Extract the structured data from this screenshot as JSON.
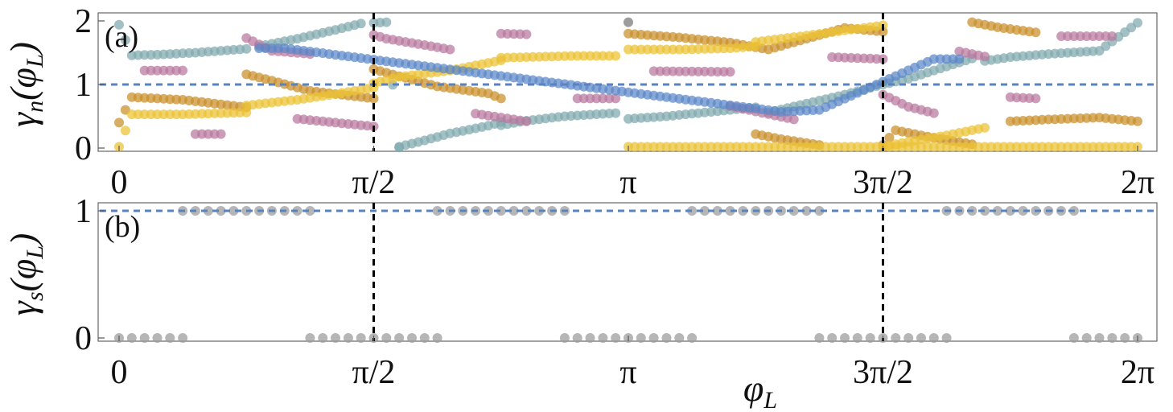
{
  "chart_data": [
    {
      "panel": "(a)",
      "type": "scatter",
      "ylabel": "γ_n(φ_L)",
      "xlabel": "",
      "x_ticks": [
        "0",
        "π/2",
        "π",
        "3π/2",
        "2π"
      ],
      "y_ticks": [
        "0",
        "1",
        "2"
      ],
      "xlim": [
        0,
        6.2832
      ],
      "ylim": [
        -0.03,
        2.05
      ],
      "reference_line_y": 1,
      "vertical_lines_x": [
        1.5708,
        4.7124
      ],
      "grid": false,
      "legend": "none",
      "colors": {
        "teal": "#7fa9ad",
        "pink": "#b8779e",
        "brown": "#c98f2a",
        "yellow": "#ecc233",
        "blue": "#5a86c8",
        "dark": "#777777"
      },
      "series": [
        {
          "color": "teal",
          "x": [
            0.0,
            0.0785,
            0.2356,
            0.4712,
            0.6283,
            0.7854
          ],
          "y": [
            1.94,
            1.46,
            1.47,
            1.5,
            1.53,
            1.56
          ]
        },
        {
          "color": "teal",
          "x": [
            0.8639,
            1.0996,
            1.3352,
            1.4923
          ],
          "y": [
            1.6,
            1.72,
            1.86,
            1.96
          ]
        },
        {
          "color": "teal",
          "x": [
            1.5708,
            1.6493,
            1.7279
          ],
          "y": [
            1.97,
            1.98,
            0.01
          ]
        },
        {
          "color": "teal",
          "x": [
            1.7279,
            1.885,
            2.042,
            2.2777,
            2.3562
          ],
          "y": [
            0.02,
            0.12,
            0.23,
            0.35,
            0.41
          ]
        },
        {
          "color": "teal",
          "x": [
            2.3562,
            2.5133,
            2.7489,
            3.063
          ],
          "y": [
            0.36,
            0.43,
            0.5,
            0.55
          ]
        },
        {
          "color": "teal",
          "x": [
            3.1416,
            3.3772,
            3.6128,
            3.927
          ],
          "y": [
            0.46,
            0.5,
            0.56,
            0.64
          ]
        },
        {
          "color": "teal",
          "x": [
            4.0055,
            4.2412,
            4.4768,
            4.6339,
            4.7124,
            4.8695,
            5.0265,
            5.2622
          ],
          "y": [
            0.56,
            0.7,
            0.84,
            0.95,
            1.0,
            1.09,
            1.22,
            1.41
          ]
        },
        {
          "color": "teal",
          "x": [
            5.3407,
            5.4978,
            5.7334,
            6.0476,
            6.2832
          ],
          "y": [
            1.37,
            1.43,
            1.48,
            1.53,
            1.97
          ]
        },
        {
          "color": "pink",
          "x": [
            0.1571,
            0.3927
          ],
          "y": [
            1.22,
            1.22
          ]
        },
        {
          "color": "pink",
          "x": [
            0.7854,
            0.9425,
            1.1781
          ],
          "y": [
            1.73,
            1.53,
            1.48
          ]
        },
        {
          "color": "pink",
          "x": [
            1.5708,
            1.6493,
            1.885,
            2.042
          ],
          "y": [
            1.78,
            1.72,
            1.62,
            1.55
          ]
        },
        {
          "color": "pink",
          "x": [
            2.1991,
            2.5133
          ],
          "y": [
            0.54,
            0.42
          ]
        },
        {
          "color": "pink",
          "x": [
            2.3562,
            2.5133
          ],
          "y": [
            1.8,
            1.79
          ]
        },
        {
          "color": "pink",
          "x": [
            2.8274,
            3.063
          ],
          "y": [
            0.78,
            0.78
          ]
        },
        {
          "color": "pink",
          "x": [
            3.2987,
            3.7699
          ],
          "y": [
            1.21,
            1.2
          ]
        },
        {
          "color": "pink",
          "x": [
            3.7699,
            4.1626
          ],
          "y": [
            0.66,
            0.45
          ]
        },
        {
          "color": "pink",
          "x": [
            4.7124,
            4.8695,
            5.0265
          ],
          "y": [
            0.84,
            0.65,
            0.55
          ]
        },
        {
          "color": "pink",
          "x": [
            4.3982,
            4.7124
          ],
          "y": [
            1.43,
            1.4
          ]
        },
        {
          "color": "pink",
          "x": [
            5.1836,
            5.3407
          ],
          "y": [
            1.52,
            1.44
          ]
        },
        {
          "color": "pink",
          "x": [
            5.4978,
            5.6549
          ],
          "y": [
            0.8,
            0.78
          ]
        },
        {
          "color": "pink",
          "x": [
            5.812,
            6.1261
          ],
          "y": [
            1.76,
            1.76
          ]
        },
        {
          "color": "pink",
          "x": [
            0.4712,
            0.6283
          ],
          "y": [
            0.22,
            0.22
          ]
        },
        {
          "color": "pink",
          "x": [
            1.0996,
            1.3352,
            1.5708
          ],
          "y": [
            0.46,
            0.4,
            0.34
          ]
        },
        {
          "color": "brown",
          "x": [
            0.0,
            0.0785,
            0.3927,
            0.7854
          ],
          "y": [
            0.4,
            0.8,
            0.76,
            0.64
          ]
        },
        {
          "color": "brown",
          "x": [
            0.7854,
            0.9425,
            1.1781,
            1.3352,
            1.5708
          ],
          "y": [
            1.16,
            1.06,
            0.9,
            0.85,
            0.78
          ]
        },
        {
          "color": "brown",
          "x": [
            1.5708,
            1.7279,
            1.9635,
            2.2777,
            2.3562
          ],
          "y": [
            1.24,
            1.13,
            0.97,
            0.86,
            0.78
          ]
        },
        {
          "color": "brown",
          "x": [
            3.1416,
            3.4558,
            3.7699,
            4.0055,
            4.4768,
            4.7124
          ],
          "y": [
            1.8,
            1.74,
            1.66,
            1.55,
            1.89,
            1.83
          ]
        },
        {
          "color": "brown",
          "x": [
            3.927,
            4.084,
            4.3197
          ],
          "y": [
            0.22,
            0.14,
            0.05
          ]
        },
        {
          "color": "brown",
          "x": [
            4.7124,
            4.7909,
            5.0265,
            5.2622
          ],
          "y": [
            0.05,
            0.28,
            0.16,
            0.06
          ]
        },
        {
          "color": "brown",
          "x": [
            5.2622,
            5.4192,
            5.6549
          ],
          "y": [
            1.98,
            1.9,
            1.82
          ]
        },
        {
          "color": "brown",
          "x": [
            5.4978,
            5.7334,
            6.0476,
            6.2832
          ],
          "y": [
            0.42,
            0.45,
            0.48,
            0.42
          ]
        },
        {
          "color": "yellow",
          "x": [
            0.0,
            0.0785,
            0.3927,
            0.7854
          ],
          "y": [
            0.02,
            0.53,
            0.53,
            0.56
          ]
        },
        {
          "color": "yellow",
          "x": [
            0.7854,
            1.0996,
            1.3352,
            1.5708
          ],
          "y": [
            0.67,
            0.76,
            0.85,
            0.95
          ]
        },
        {
          "color": "yellow",
          "x": [
            1.5708,
            1.7279,
            2.042,
            2.3562
          ],
          "y": [
            1.02,
            1.12,
            1.22,
            1.38
          ]
        },
        {
          "color": "yellow",
          "x": [
            2.3562,
            2.5133,
            2.8274,
            3.063
          ],
          "y": [
            1.42,
            1.43,
            1.45,
            1.45
          ]
        },
        {
          "color": "yellow",
          "x": [
            3.1416,
            3.4558,
            3.7699,
            3.927
          ],
          "y": [
            1.55,
            1.55,
            1.57,
            1.6
          ]
        },
        {
          "color": "yellow",
          "x": [
            3.927,
            4.2412,
            4.4768,
            4.7124
          ],
          "y": [
            1.67,
            1.77,
            1.85,
            1.93
          ]
        },
        {
          "color": "yellow",
          "x": [
            4.7124,
            4.8695,
            5.1051,
            5.3407
          ],
          "y": [
            0.02,
            0.1,
            0.2,
            0.32
          ]
        },
        {
          "color": "yellow",
          "x": [
            3.1416,
            3.927,
            6.2832
          ],
          "y": [
            0.02,
            0.02,
            0.02
          ]
        },
        {
          "color": "blue",
          "x": [
            0.8639,
            1.021,
            4.084,
            4.3197,
            5.0265,
            5.1836
          ],
          "y": [
            1.57,
            1.57,
            0.57,
            0.6,
            1.4,
            1.4
          ]
        },
        {
          "color": "dark",
          "x": [
            3.1416
          ],
          "y": [
            1.98
          ]
        }
      ]
    },
    {
      "panel": "(b)",
      "type": "scatter",
      "ylabel": "γ_s(φ_L)",
      "xlabel": "φ_L",
      "x_ticks": [
        "0",
        "π/2",
        "π",
        "3π/2",
        "2π"
      ],
      "y_ticks": [
        "0",
        "1"
      ],
      "xlim": [
        0,
        6.2832
      ],
      "ylim": [
        -0.03,
        1.05
      ],
      "reference_line_y": 1,
      "vertical_lines_x": [
        1.5708,
        4.7124
      ],
      "grid": false,
      "legend": "none",
      "marker_color": "#9e9e9e",
      "segments": [
        {
          "y": 0,
          "x_range": [
            0.0,
            0.3927
          ]
        },
        {
          "y": 1,
          "x_range": [
            0.3927,
            1.1781
          ]
        },
        {
          "y": 0,
          "x_range": [
            1.1781,
            1.9635
          ]
        },
        {
          "y": 1,
          "x_range": [
            1.9635,
            2.7489
          ]
        },
        {
          "y": 0,
          "x_range": [
            2.7489,
            3.5343
          ]
        },
        {
          "y": 1,
          "x_range": [
            3.5343,
            4.3197
          ]
        },
        {
          "y": 0,
          "x_range": [
            4.3197,
            5.1051
          ]
        },
        {
          "y": 1,
          "x_range": [
            5.1051,
            5.8905
          ]
        },
        {
          "y": 0,
          "x_range": [
            5.8905,
            6.2832
          ]
        }
      ]
    }
  ]
}
